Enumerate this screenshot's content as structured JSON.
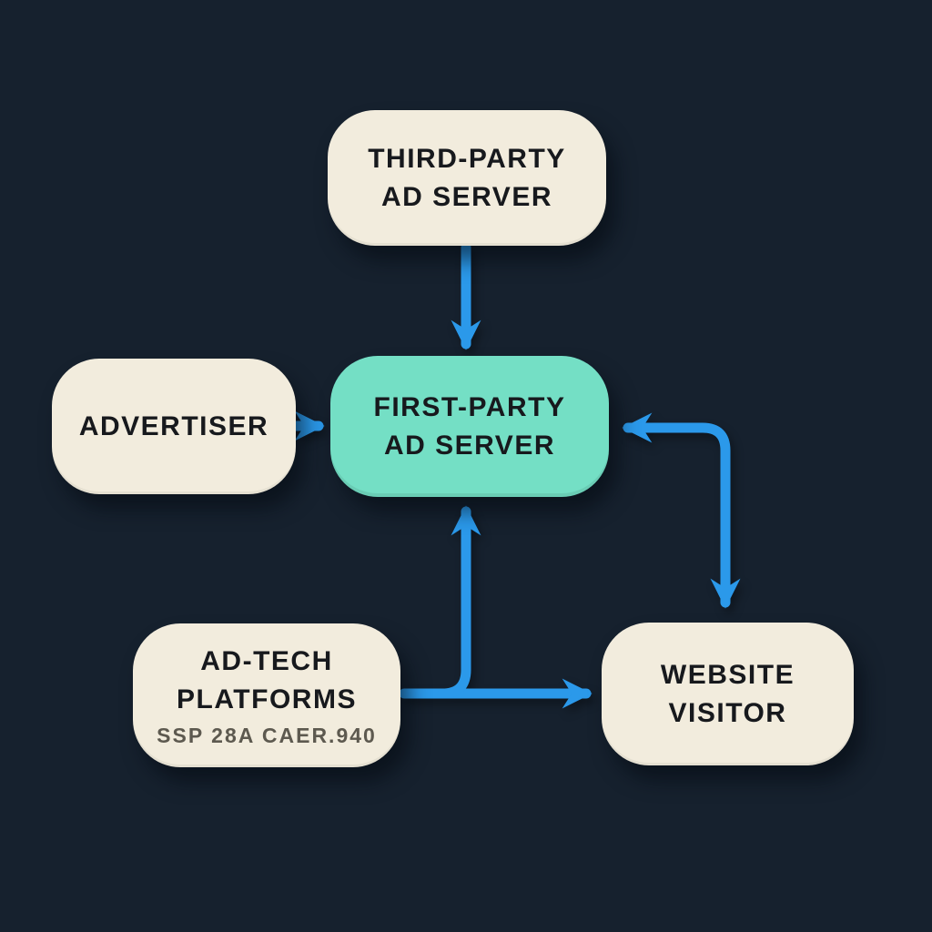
{
  "colors": {
    "background": "#16212e",
    "node_fill_cream": "#f2ecdd",
    "node_fill_teal": "#74dfc5",
    "arrow_blue": "#2b99ea",
    "heading_text": "#17191d",
    "subtitle_text": "#5d594f"
  },
  "nodes": {
    "third_party": {
      "line1": "THIRD-PARTY",
      "line2": "AD SERVER"
    },
    "advertiser": {
      "line1": "ADVERTISER"
    },
    "first_party": {
      "line1": "FIRST-PARTY",
      "line2": "AD SERVER"
    },
    "ad_tech": {
      "line1": "AD-TECH",
      "line2": "PLATFORMS",
      "subtitle": "SSP 28A CAER.940"
    },
    "website_visitor": {
      "line1": "WEBSITE",
      "line2": "VISITOR"
    }
  },
  "edges": [
    {
      "from": "third-party-ad-server",
      "to": "first-party-ad-server",
      "shape": "straight-down",
      "arrowheads": [
        "to"
      ]
    },
    {
      "from": "advertiser",
      "to": "first-party-ad-server",
      "shape": "straight-right",
      "arrowheads": [
        "to"
      ]
    },
    {
      "from": "first-party-ad-server",
      "to": "website-visitor",
      "shape": "elbow-right-then-down",
      "arrowheads": [
        "from",
        "to"
      ]
    },
    {
      "from": "ad-tech-platforms",
      "to": "first-party-ad-server",
      "shape": "branch-up-from-horizontal",
      "arrowheads": [
        "to"
      ]
    },
    {
      "from": "ad-tech-platforms",
      "to": "website-visitor",
      "shape": "straight-right",
      "arrowheads": [
        "to"
      ]
    }
  ]
}
